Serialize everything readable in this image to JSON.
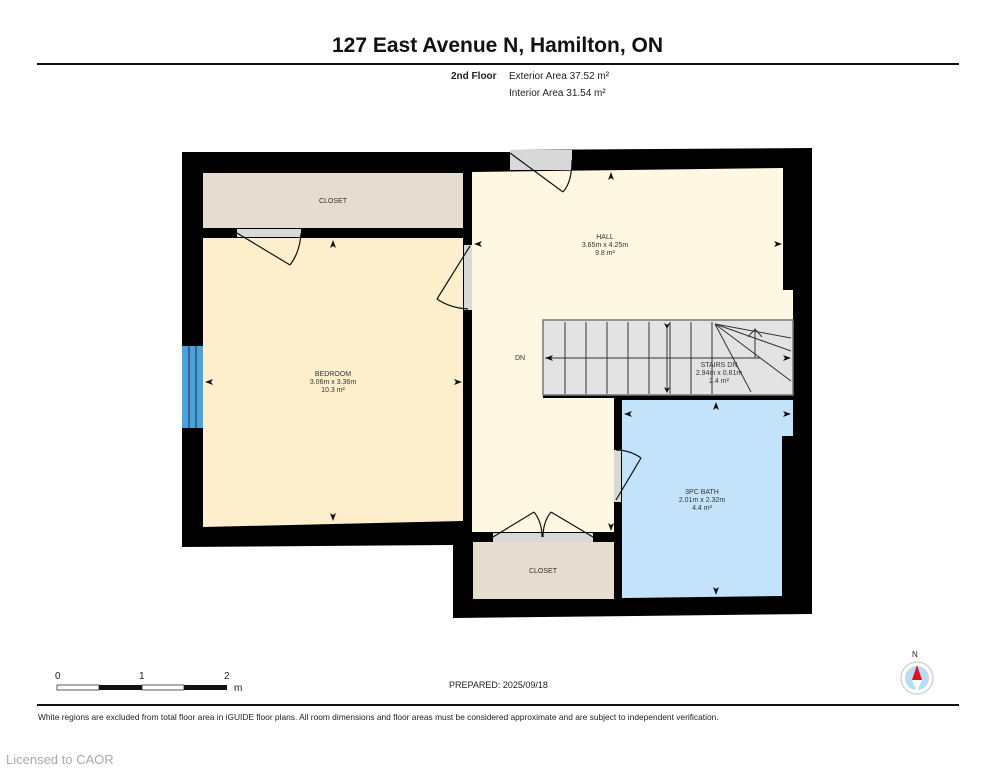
{
  "header": {
    "title": "127 East Avenue N, Hamilton, ON",
    "floor": "2nd Floor",
    "exterior_area": "Exterior Area 37.52 m²",
    "interior_area": "Interior Area 31.54 m²"
  },
  "rooms": [
    {
      "name": "CLOSET",
      "id": "closet-top"
    },
    {
      "name": "HALL",
      "dims": "3.65m x 4.25m",
      "area": "9.8 m²"
    },
    {
      "name": "BEDROOM",
      "dims": "3.06m x 3.36m",
      "area": "10.3 m²"
    },
    {
      "name": "STAIRS DN",
      "dims": "2.94m x 0.81m",
      "area": "2.4 m²"
    },
    {
      "name": "3PC BATH",
      "dims": "2.01m x 2.32m",
      "area": "4.4 m²"
    },
    {
      "name": "CLOSET",
      "id": "closet-bottom"
    }
  ],
  "labels": {
    "dn": "DN"
  },
  "colors": {
    "bedroom": "#fdefcc",
    "hall": "#fef8e3",
    "closet": "#e6ddd0",
    "bath": "#c3e3fb",
    "stairs": "#e3e3e3",
    "wall": "#000000",
    "window": "#4ba3dd",
    "door_opening": "#d8d8d8"
  },
  "scale": {
    "ticks": [
      "0",
      "1",
      "2"
    ],
    "unit": "m"
  },
  "footer": {
    "prepared": "PREPARED: 2025/09/18",
    "disclaimer": "White regions are excluded from total floor area in iGUIDE floor plans. All room dimensions and floor areas must be considered approximate and are subject to independent verification.",
    "license": "Licensed to CAOR"
  },
  "compass": {
    "label": "N"
  }
}
